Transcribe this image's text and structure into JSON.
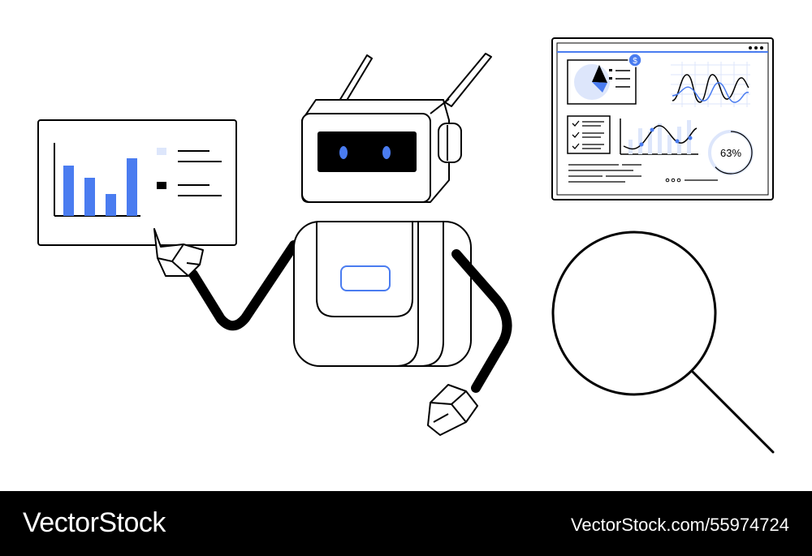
{
  "colors": {
    "accent": "#4a7cf0",
    "accent_light": "#dde6fb",
    "stroke": "#000000",
    "background": "#ffffff",
    "footer": "#000000"
  },
  "illustration": {
    "left_board": {
      "bar_levels": [
        0.62,
        0.47,
        0.27,
        0.71
      ]
    },
    "dashboard": {
      "percent_label": "63%",
      "percent_value": 0.63,
      "coin_symbol": "$",
      "icons": [
        "pie-chart-icon",
        "line-chart-icon",
        "checklist-icon",
        "coin-icon",
        "progress-ring"
      ]
    },
    "icons": [
      "robot",
      "magnifier-icon",
      "bar-chart-icon"
    ]
  },
  "footer": {
    "brand": "VectorStock",
    "stock_id": "VectorStock.com/55974724"
  }
}
